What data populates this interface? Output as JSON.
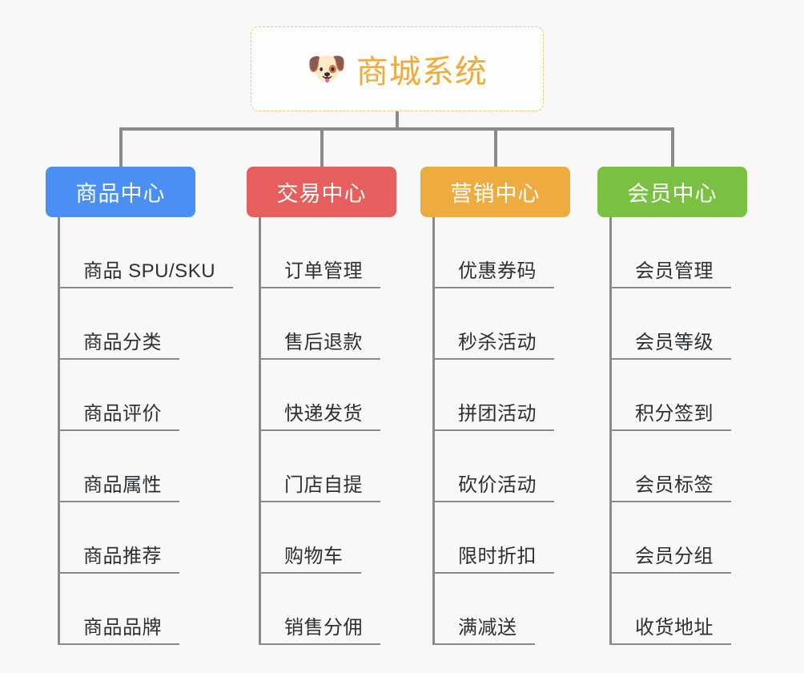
{
  "background_color": "#f8f8f8",
  "root": {
    "icon": "dog-face-emoji",
    "icon_glyph": "🐶",
    "title": "商城系统",
    "title_color": "#eeab3c",
    "border_color": "#eec271",
    "border_style": "dashed"
  },
  "connector_color": "#8a8a8a",
  "branches": [
    {
      "label": "商品中心",
      "color": "#4a90f4",
      "children": [
        "商品 SPU/SKU",
        "商品分类",
        "商品评价",
        "商品属性",
        "商品推荐",
        "商品品牌"
      ]
    },
    {
      "label": "交易中心",
      "color": "#e65f5c",
      "children": [
        "订单管理",
        "售后退款",
        "快递发货",
        "门店自提",
        "购物车",
        "销售分佣"
      ]
    },
    {
      "label": "营销中心",
      "color": "#eeac40",
      "children": [
        "优惠券码",
        "秒杀活动",
        "拼团活动",
        "砍价活动",
        "限时折扣",
        "满减送"
      ]
    },
    {
      "label": "会员中心",
      "color": "#7ac143",
      "children": [
        "会员管理",
        "会员等级",
        "积分签到",
        "会员标签",
        "会员分组",
        "收货地址"
      ]
    }
  ]
}
